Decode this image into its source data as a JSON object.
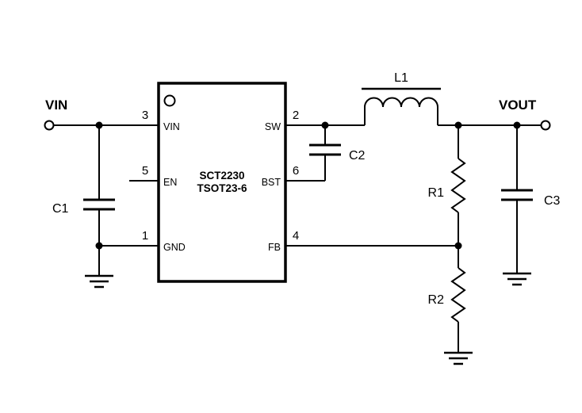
{
  "schematic": {
    "kind": "circuit-diagram",
    "colors": {
      "line": "#000000",
      "background": "#ffffff"
    },
    "ic": {
      "part_number": "SCT2230",
      "package": "TSOT23-6",
      "pins": [
        {
          "number": "3",
          "name": "VIN",
          "side": "left"
        },
        {
          "number": "5",
          "name": "EN",
          "side": "left"
        },
        {
          "number": "1",
          "name": "GND",
          "side": "left"
        },
        {
          "number": "2",
          "name": "SW",
          "side": "right"
        },
        {
          "number": "6",
          "name": "BST",
          "side": "right"
        },
        {
          "number": "4",
          "name": "FB",
          "side": "right"
        }
      ]
    },
    "nets": {
      "input": "VIN",
      "output": "VOUT"
    },
    "components": [
      {
        "ref": "C1",
        "type": "capacitor"
      },
      {
        "ref": "C2",
        "type": "capacitor"
      },
      {
        "ref": "C3",
        "type": "capacitor"
      },
      {
        "ref": "L1",
        "type": "inductor"
      },
      {
        "ref": "R1",
        "type": "resistor"
      },
      {
        "ref": "R2",
        "type": "resistor"
      }
    ]
  }
}
